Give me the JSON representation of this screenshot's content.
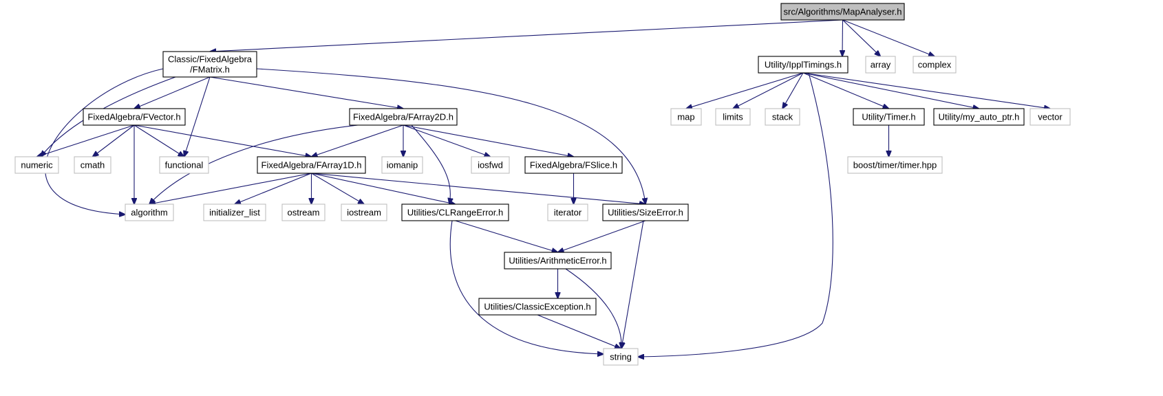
{
  "colors": {
    "root_fill": "#bfbfbf",
    "root_border": "#000000",
    "doc_border": "#000000",
    "sys_border": "#bfbfbf",
    "fill": "#ffffff",
    "edge": "#191970"
  },
  "nodes": [
    {
      "id": "mapanalyser",
      "lines": [
        "src/Algorithms/MapAnalyser.h"
      ],
      "kind": "root"
    },
    {
      "id": "fmatrix",
      "lines": [
        "Classic/FixedAlgebra",
        "/FMatrix.h"
      ],
      "kind": "doc"
    },
    {
      "id": "ippltimings",
      "lines": [
        "Utility/IpplTimings.h"
      ],
      "kind": "doc"
    },
    {
      "id": "array",
      "lines": [
        "array"
      ],
      "kind": "sys"
    },
    {
      "id": "complex",
      "lines": [
        "complex"
      ],
      "kind": "sys"
    },
    {
      "id": "fvector",
      "lines": [
        "FixedAlgebra/FVector.h"
      ],
      "kind": "doc"
    },
    {
      "id": "farray2d",
      "lines": [
        "FixedAlgebra/FArray2D.h"
      ],
      "kind": "doc"
    },
    {
      "id": "map",
      "lines": [
        "map"
      ],
      "kind": "sys"
    },
    {
      "id": "limits",
      "lines": [
        "limits"
      ],
      "kind": "sys"
    },
    {
      "id": "stack",
      "lines": [
        "stack"
      ],
      "kind": "sys"
    },
    {
      "id": "timer",
      "lines": [
        "Utility/Timer.h"
      ],
      "kind": "doc"
    },
    {
      "id": "myautoptr",
      "lines": [
        "Utility/my_auto_ptr.h"
      ],
      "kind": "doc"
    },
    {
      "id": "vector",
      "lines": [
        "vector"
      ],
      "kind": "sys"
    },
    {
      "id": "numeric",
      "lines": [
        "numeric"
      ],
      "kind": "sys"
    },
    {
      "id": "cmath",
      "lines": [
        "cmath"
      ],
      "kind": "sys"
    },
    {
      "id": "functional",
      "lines": [
        "functional"
      ],
      "kind": "sys"
    },
    {
      "id": "farray1d",
      "lines": [
        "FixedAlgebra/FArray1D.h"
      ],
      "kind": "doc"
    },
    {
      "id": "iomanip",
      "lines": [
        "iomanip"
      ],
      "kind": "sys"
    },
    {
      "id": "iosfwd",
      "lines": [
        "iosfwd"
      ],
      "kind": "sys"
    },
    {
      "id": "fslice",
      "lines": [
        "FixedAlgebra/FSlice.h"
      ],
      "kind": "doc"
    },
    {
      "id": "boosttimer",
      "lines": [
        "boost/timer/timer.hpp"
      ],
      "kind": "sys"
    },
    {
      "id": "algorithm",
      "lines": [
        "algorithm"
      ],
      "kind": "sys"
    },
    {
      "id": "initlist",
      "lines": [
        "initializer_list"
      ],
      "kind": "sys"
    },
    {
      "id": "ostream",
      "lines": [
        "ostream"
      ],
      "kind": "sys"
    },
    {
      "id": "iostream",
      "lines": [
        "iostream"
      ],
      "kind": "sys"
    },
    {
      "id": "clrangeerror",
      "lines": [
        "Utilities/CLRangeError.h"
      ],
      "kind": "doc"
    },
    {
      "id": "iterator",
      "lines": [
        "iterator"
      ],
      "kind": "sys"
    },
    {
      "id": "sizeerror",
      "lines": [
        "Utilities/SizeError.h"
      ],
      "kind": "doc"
    },
    {
      "id": "arithmeticerror",
      "lines": [
        "Utilities/ArithmeticError.h"
      ],
      "kind": "doc"
    },
    {
      "id": "classicexception",
      "lines": [
        "Utilities/ClassicException.h"
      ],
      "kind": "doc"
    },
    {
      "id": "string",
      "lines": [
        "string"
      ],
      "kind": "sys"
    }
  ],
  "edges": [
    [
      "mapanalyser",
      "fmatrix"
    ],
    [
      "mapanalyser",
      "ippltimings"
    ],
    [
      "mapanalyser",
      "array"
    ],
    [
      "mapanalyser",
      "complex"
    ],
    [
      "fmatrix",
      "fvector"
    ],
    [
      "fmatrix",
      "farray2d"
    ],
    [
      "fmatrix",
      "numeric"
    ],
    [
      "fmatrix",
      "functional"
    ],
    [
      "fmatrix",
      "algorithm"
    ],
    [
      "fmatrix",
      "sizeerror"
    ],
    [
      "ippltimings",
      "map"
    ],
    [
      "ippltimings",
      "limits"
    ],
    [
      "ippltimings",
      "stack"
    ],
    [
      "ippltimings",
      "timer"
    ],
    [
      "ippltimings",
      "myautoptr"
    ],
    [
      "ippltimings",
      "vector"
    ],
    [
      "ippltimings",
      "string"
    ],
    [
      "fvector",
      "numeric"
    ],
    [
      "fvector",
      "cmath"
    ],
    [
      "fvector",
      "functional"
    ],
    [
      "fvector",
      "algorithm"
    ],
    [
      "fvector",
      "farray1d"
    ],
    [
      "farray2d",
      "algorithm"
    ],
    [
      "farray2d",
      "farray1d"
    ],
    [
      "farray2d",
      "iomanip"
    ],
    [
      "farray2d",
      "iosfwd"
    ],
    [
      "farray2d",
      "fslice"
    ],
    [
      "farray2d",
      "clrangeerror"
    ],
    [
      "farray1d",
      "algorithm"
    ],
    [
      "farray1d",
      "initlist"
    ],
    [
      "farray1d",
      "ostream"
    ],
    [
      "farray1d",
      "iostream"
    ],
    [
      "farray1d",
      "clrangeerror"
    ],
    [
      "farray1d",
      "sizeerror"
    ],
    [
      "fslice",
      "iterator"
    ],
    [
      "timer",
      "boosttimer"
    ],
    [
      "clrangeerror",
      "arithmeticerror"
    ],
    [
      "clrangeerror",
      "string"
    ],
    [
      "sizeerror",
      "arithmeticerror"
    ],
    [
      "sizeerror",
      "string"
    ],
    [
      "arithmeticerror",
      "classicexception"
    ],
    [
      "arithmeticerror",
      "string"
    ],
    [
      "classicexception",
      "string"
    ]
  ]
}
